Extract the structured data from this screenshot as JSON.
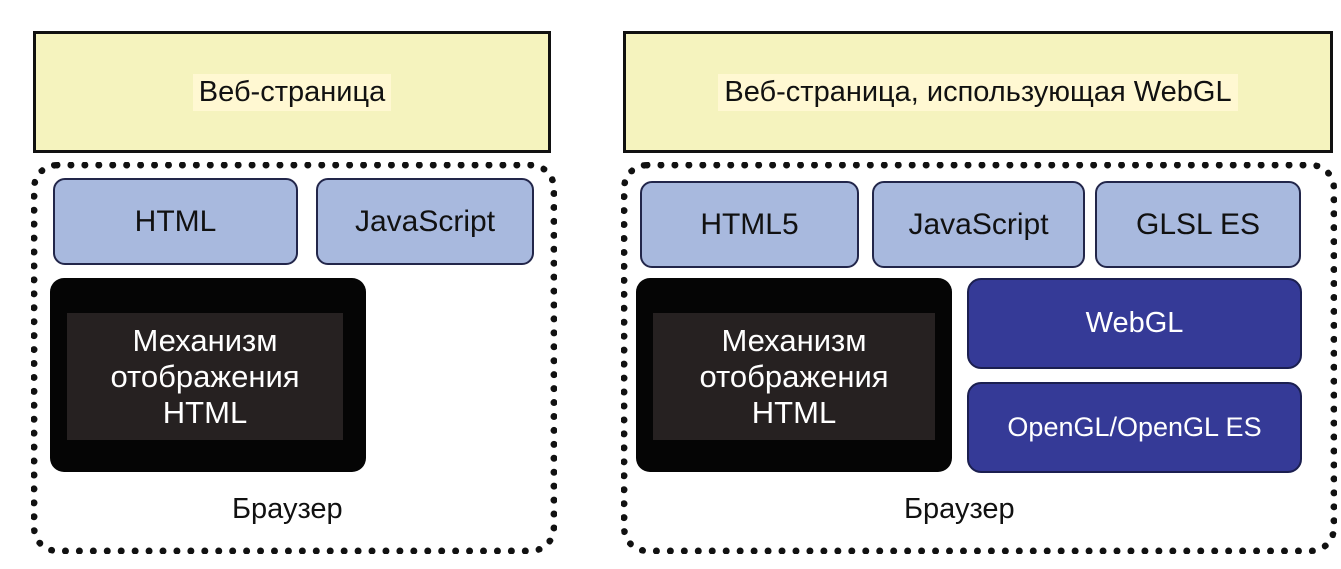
{
  "colors": {
    "webpage_fill": "#f5f3be",
    "webpage_label_bg": "#fff8d2",
    "tech_fill": "#a8b9de",
    "engine_outer": "#050505",
    "engine_inner": "#262121",
    "engine_text": "#ffffff",
    "gl_fill": "#353a97",
    "gl_text": "#ffffff"
  },
  "left": {
    "webpage_label": "Веб-страница",
    "tech": [
      "HTML",
      "JavaScript"
    ],
    "engine_label": "Механизм\nотображения\nHTML",
    "browser_label": "Браузер"
  },
  "right": {
    "webpage_label": "Веб-страница, использующая WebGL",
    "tech": [
      "HTML5",
      "JavaScript",
      "GLSL ES"
    ],
    "engine_label": "Механизм\nотображения\nHTML",
    "webgl_label": "WebGL",
    "opengl_label": "OpenGL/OpenGL ES",
    "browser_label": "Браузер"
  }
}
